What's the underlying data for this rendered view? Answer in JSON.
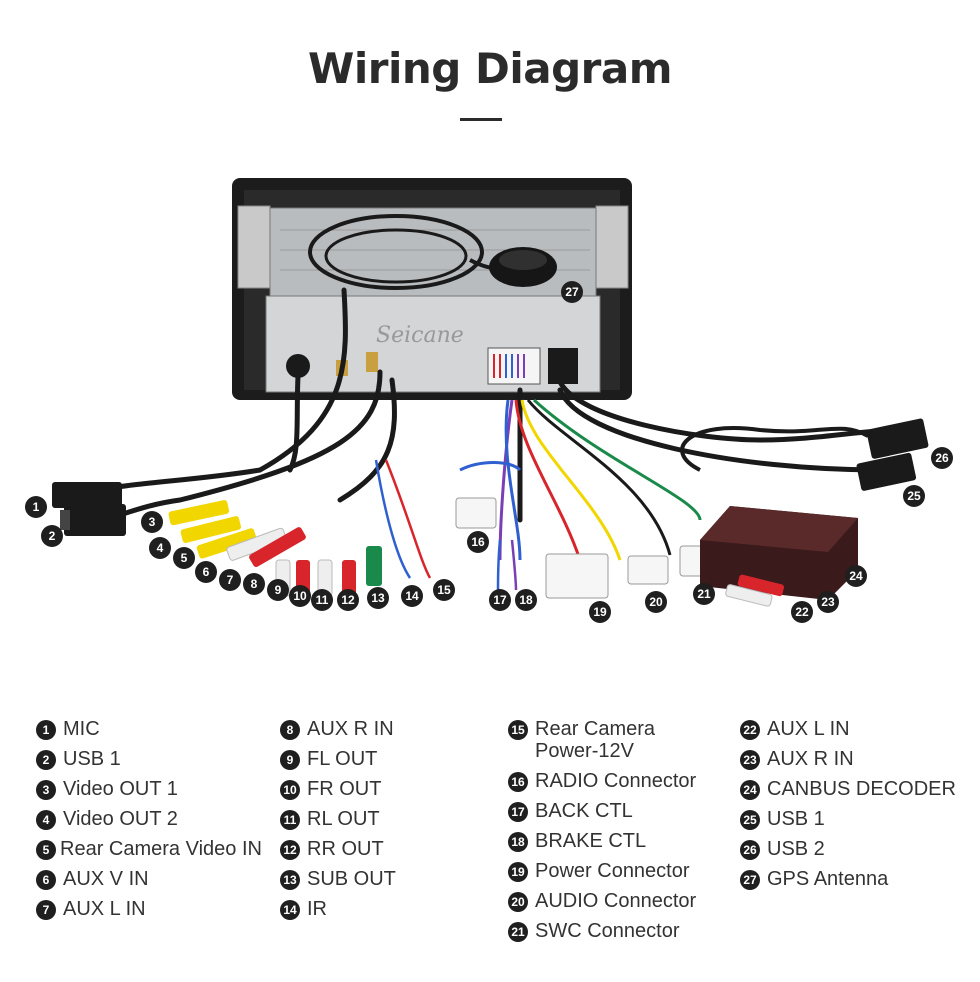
{
  "title": "Wiring Diagram",
  "brand_watermark": "Seicane",
  "colors": {
    "title": "#2b2b2b",
    "badge": "#1f1f1f",
    "cable": "#1a1a1a",
    "rca_yellow": "#f2d600",
    "rca_white": "#eeeeee",
    "rca_red": "#d8252b",
    "rca_green": "#1a8a4a",
    "decoder": "#3a1a1a"
  },
  "callouts": [
    {
      "n": "1"
    },
    {
      "n": "2"
    },
    {
      "n": "3"
    },
    {
      "n": "4"
    },
    {
      "n": "5"
    },
    {
      "n": "6"
    },
    {
      "n": "7"
    },
    {
      "n": "8"
    },
    {
      "n": "9"
    },
    {
      "n": "10"
    },
    {
      "n": "11"
    },
    {
      "n": "12"
    },
    {
      "n": "13"
    },
    {
      "n": "14"
    },
    {
      "n": "15"
    },
    {
      "n": "16"
    },
    {
      "n": "17"
    },
    {
      "n": "18"
    },
    {
      "n": "19"
    },
    {
      "n": "20"
    },
    {
      "n": "21"
    },
    {
      "n": "22"
    },
    {
      "n": "23"
    },
    {
      "n": "24"
    },
    {
      "n": "25"
    },
    {
      "n": "26"
    },
    {
      "n": "27"
    }
  ],
  "legend": {
    "col1": [
      {
        "n": "1",
        "label": "MIC"
      },
      {
        "n": "2",
        "label": "USB 1"
      },
      {
        "n": "3",
        "label": "Video OUT 1"
      },
      {
        "n": "4",
        "label": "Video OUT 2"
      },
      {
        "n": "5",
        "label": "Rear Camera Video IN"
      },
      {
        "n": "6",
        "label": "AUX V IN"
      },
      {
        "n": "7",
        "label": "AUX L IN"
      }
    ],
    "col2": [
      {
        "n": "8",
        "label": "AUX R IN"
      },
      {
        "n": "9",
        "label": "FL OUT"
      },
      {
        "n": "10",
        "label": "FR OUT"
      },
      {
        "n": "11",
        "label": "RL OUT"
      },
      {
        "n": "12",
        "label": "RR OUT"
      },
      {
        "n": "13",
        "label": "SUB OUT"
      },
      {
        "n": "14",
        "label": "IR"
      }
    ],
    "col3": [
      {
        "n": "15",
        "label": "Rear Camera\nPower-12V"
      },
      {
        "n": "16",
        "label": "RADIO Connector"
      },
      {
        "n": "17",
        "label": "BACK CTL"
      },
      {
        "n": "18",
        "label": "BRAKE CTL"
      },
      {
        "n": "19",
        "label": "Power Connector"
      },
      {
        "n": "20",
        "label": "AUDIO Connector"
      },
      {
        "n": "21",
        "label": "SWC Connector"
      }
    ],
    "col4": [
      {
        "n": "22",
        "label": "AUX L IN"
      },
      {
        "n": "23",
        "label": "AUX R IN"
      },
      {
        "n": "24",
        "label": "CANBUS DECODER"
      },
      {
        "n": "25",
        "label": "USB 1"
      },
      {
        "n": "26",
        "label": "USB 2"
      },
      {
        "n": "27",
        "label": "GPS Antenna"
      }
    ]
  }
}
